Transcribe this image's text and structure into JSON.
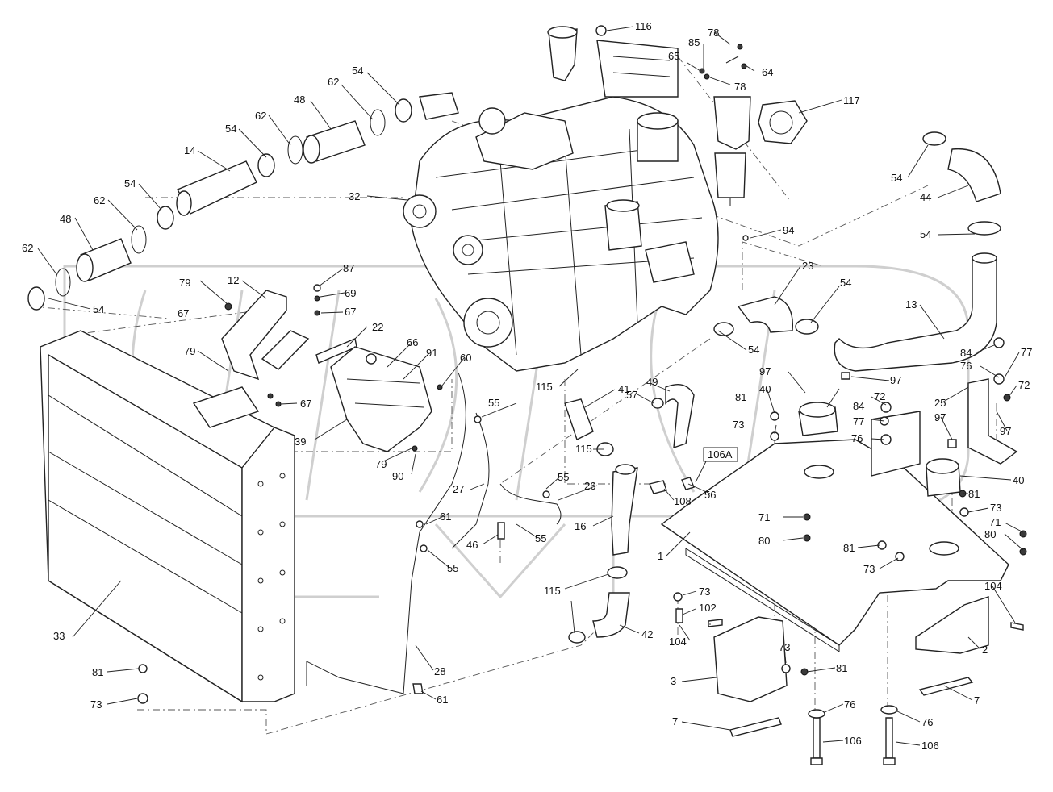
{
  "labels": {
    "116": "116",
    "78a": "78",
    "85": "85",
    "65": "65",
    "64": "64",
    "78b": "78",
    "117": "117",
    "54a": "54",
    "62a": "62",
    "48a": "48",
    "62b": "62",
    "54b": "54",
    "14": "14",
    "54c": "54",
    "62c": "62",
    "48b": "48",
    "62d": "62",
    "54d": "54",
    "32": "32",
    "54e": "54",
    "44": "44",
    "94": "94",
    "54f": "54",
    "23": "23",
    "54g": "54",
    "13": "13",
    "54h": "54",
    "84a": "84",
    "77a": "77",
    "76a": "76",
    "72a": "72",
    "97a": "97",
    "97b": "97",
    "40a": "40",
    "72b": "72",
    "84b": "84",
    "25": "25",
    "77b": "77",
    "97c": "97",
    "76b": "76",
    "97d": "97",
    "40b": "40",
    "81a": "81",
    "73a": "73",
    "81b": "81",
    "73b": "73",
    "71a": "71",
    "80a": "80",
    "71b": "71",
    "80b": "80",
    "81c": "81",
    "73c": "73",
    "104a": "104",
    "2": "2",
    "7a": "7",
    "1": "1",
    "87": "87",
    "79a": "79",
    "12": "12",
    "69": "69",
    "67a": "67",
    "67b": "67",
    "22": "22",
    "79b": "79",
    "67c": "67",
    "66": "66",
    "91": "91",
    "60": "60",
    "39": "39",
    "79c": "79",
    "90": "90",
    "115a": "115",
    "41": "41",
    "57": "57",
    "49": "49",
    "55a": "55",
    "115b": "115",
    "106A": "106A",
    "56": "56",
    "108": "108",
    "55b": "55",
    "26": "26",
    "27": "27",
    "61a": "61",
    "55c": "55",
    "16": "16",
    "46": "46",
    "55d": "55",
    "115c": "115",
    "42": "42",
    "73d": "73",
    "102": "102",
    "104b": "104",
    "73e": "73",
    "81d": "81",
    "3": "3",
    "7b": "7",
    "76c": "76",
    "76d": "76",
    "106a": "106",
    "106b": "106",
    "33": "33",
    "81e": "81",
    "73f": "73",
    "28": "28",
    "61b": "61"
  },
  "colors": {
    "line": "#222222",
    "watermark": "#cfcfcf",
    "background": "#ffffff"
  },
  "icons": [
    "engine-assembly",
    "radiator",
    "expansion-tank",
    "hose",
    "clamp",
    "o-ring",
    "mounting-frame",
    "bracket",
    "bolt",
    "nut",
    "washer"
  ]
}
